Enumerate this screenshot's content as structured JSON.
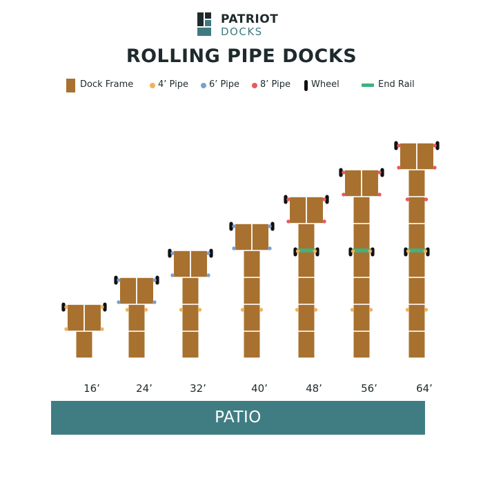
{
  "brand": {
    "line1": "PATRIOT",
    "line2": "DOCKS"
  },
  "title": "ROLLING PIPE DOCKS",
  "legend": [
    {
      "key": "frame",
      "label": "Dock Frame",
      "icon": "dock-frame-swatch"
    },
    {
      "key": "pipe4",
      "label": "4’ Pipe",
      "icon": "4ft-pipe-dot"
    },
    {
      "key": "pipe6",
      "label": "6’ Pipe",
      "icon": "6ft-pipe-dot"
    },
    {
      "key": "pipe8",
      "label": "8’ Pipe",
      "icon": "8ft-pipe-dot"
    },
    {
      "key": "wheel",
      "label": "Wheel",
      "icon": "wheel-mark"
    },
    {
      "key": "endrail",
      "label": "End Rail",
      "icon": "end-rail-bar"
    }
  ],
  "colors": {
    "frame": "#a8712f",
    "pipe4": "#f0b25a",
    "pipe6": "#7aa0d0",
    "pipe8": "#e65a5f",
    "wheel": "#111111",
    "endrail": "#3fb27f",
    "patio": "#3f7d83",
    "brand_teal": "#3f7a80",
    "text": "#1f2a2c"
  },
  "docks": [
    {
      "label": "16’",
      "length_ft": 16,
      "sections": 2,
      "head_pipe": "pipe4",
      "end_rail": false,
      "pipes": []
    },
    {
      "label": "24’",
      "length_ft": 24,
      "sections": 3,
      "head_pipe": "pipe6",
      "end_rail": false,
      "pipes": [
        "pipe4"
      ]
    },
    {
      "label": "32’",
      "length_ft": 32,
      "sections": 4,
      "head_pipe": "pipe6",
      "end_rail": false,
      "pipes": [
        "pipe4"
      ]
    },
    {
      "label": "40’",
      "length_ft": 40,
      "sections": 5,
      "head_pipe": "pipe6",
      "end_rail": false,
      "pipes": [
        "pipe4"
      ]
    },
    {
      "label": "48’",
      "length_ft": 48,
      "sections": 6,
      "head_pipe": "pipe8",
      "end_rail": true,
      "pipes": [
        "pipe4"
      ]
    },
    {
      "label": "56’",
      "length_ft": 56,
      "sections": 7,
      "head_pipe": "pipe8",
      "end_rail": true,
      "pipes": [
        "pipe4"
      ]
    },
    {
      "label": "64’",
      "length_ft": 64,
      "sections": 8,
      "head_pipe": "pipe8",
      "end_rail": true,
      "pipes": [
        "pipe4",
        "pipe8"
      ]
    }
  ],
  "patio_label": "PATIO"
}
